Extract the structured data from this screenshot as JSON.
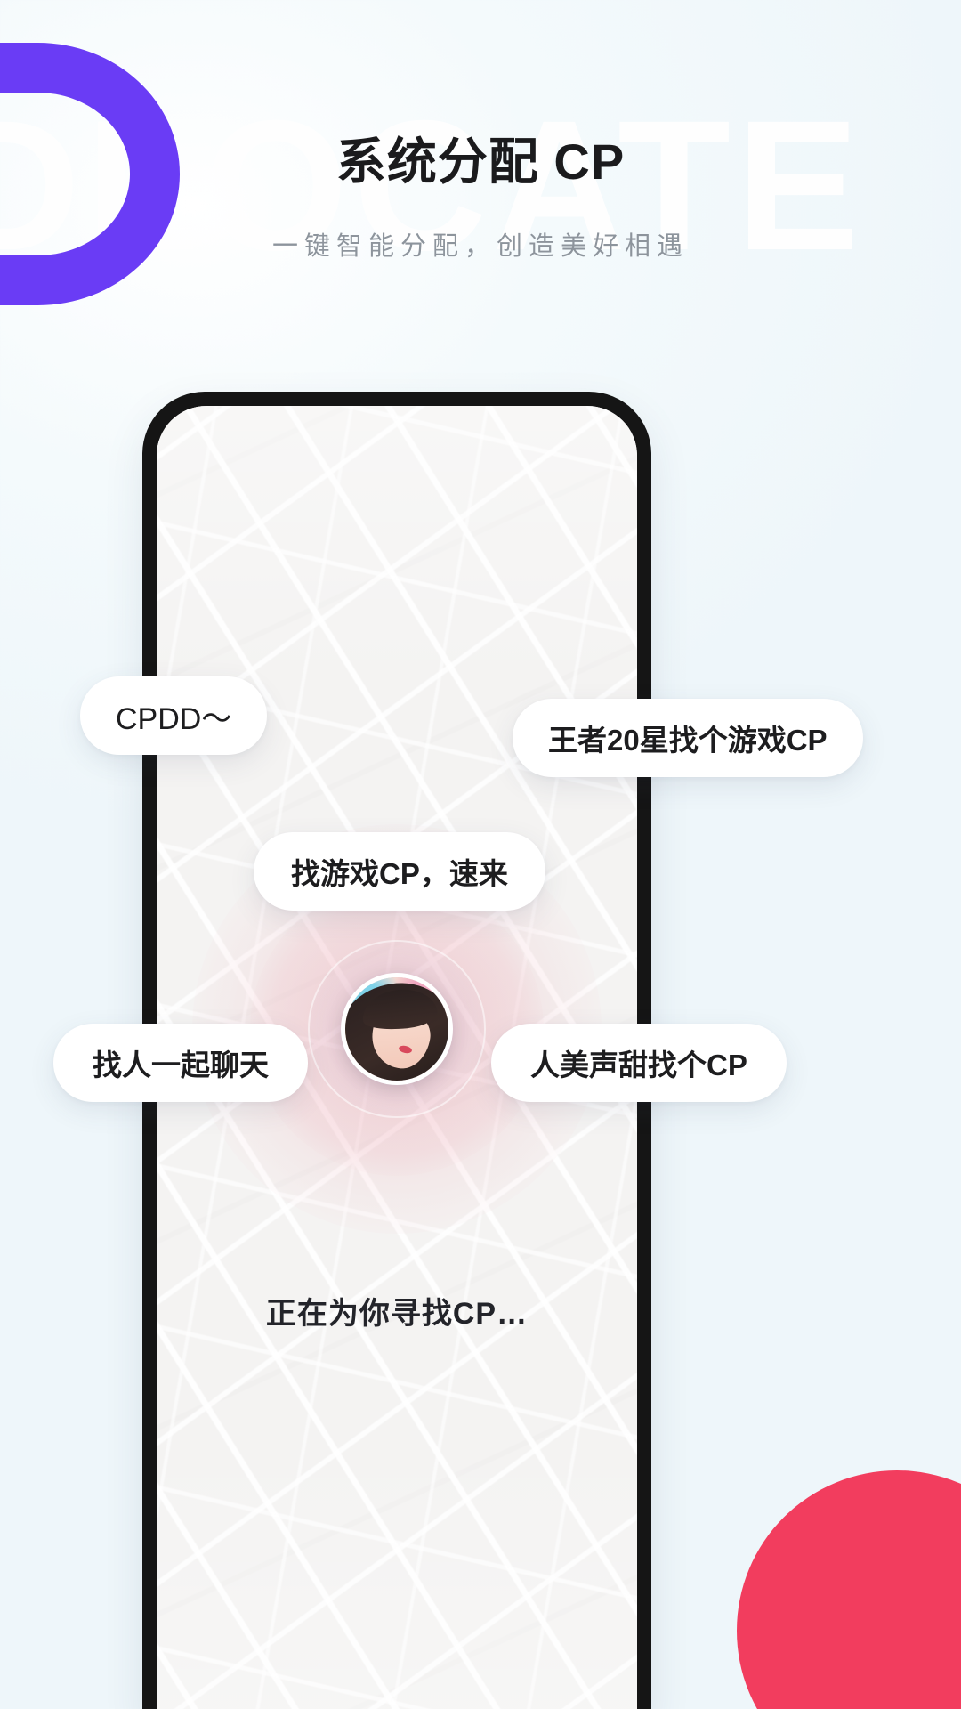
{
  "background": {
    "watermark_text": "DLOCATE",
    "accent_purple": "#6a3cf5",
    "accent_red": "#f23d5e",
    "page_bg": "#f1f8fb"
  },
  "header": {
    "title": "系统分配 CP",
    "subtitle": "一键智能分配，创造美好相遇"
  },
  "phone": {
    "map_label": "map-background",
    "status_text": "正在为你寻找CP…",
    "avatar_alt": "用户头像",
    "bubbles": [
      {
        "id": "cpdd",
        "text": "CPDD〜"
      },
      {
        "id": "wangzhe",
        "text": "王者20星找个游戏CP"
      },
      {
        "id": "zhaoyouxi",
        "text": "找游戏CP，速来"
      },
      {
        "id": "liaotian",
        "text": "找人一起聊天"
      },
      {
        "id": "meisheng",
        "text": "人美声甜找个CP"
      }
    ]
  },
  "footer": {
    "note": ""
  }
}
